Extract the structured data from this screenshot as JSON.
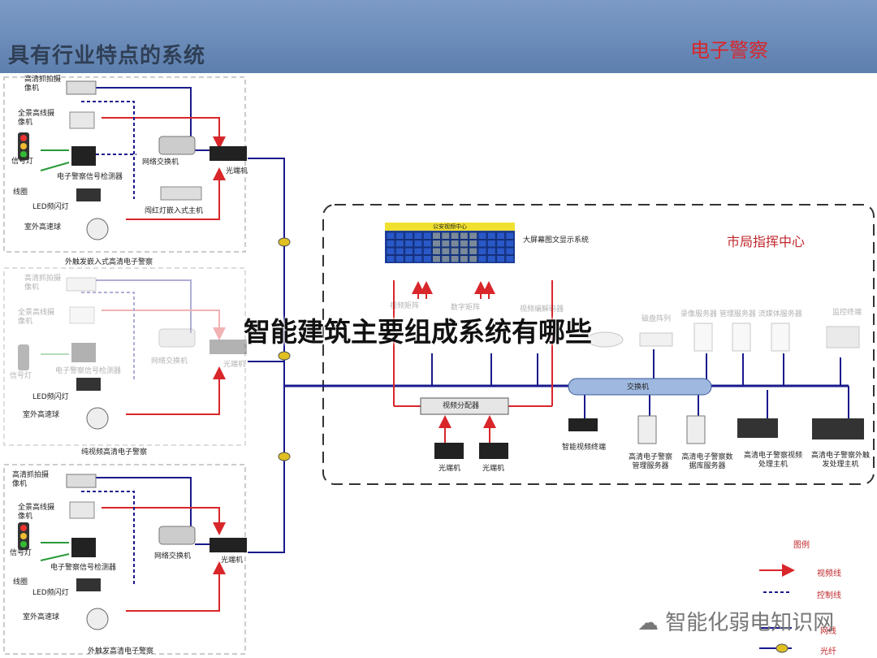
{
  "header": {
    "title": "具有行业特点的系统",
    "tag": "电子警察"
  },
  "overlay_text": "智能建筑主要组成系统有哪些",
  "zone1": {
    "hd_camera": "高清抓拍摄像机",
    "full_camera": "全景高线摄像机",
    "signal_light": "信号灯",
    "coil": "线圈",
    "led": "LED频闪灯",
    "dome": "室外高速球",
    "detector": "电子警察信号检测器",
    "switch": "网络交换机",
    "host": "闯红灯嵌入式主机",
    "optical": "光端机",
    "caption": "外触发嵌入式高清电子警察"
  },
  "zone2": {
    "hd_camera": "高清抓拍摄像机",
    "full_camera": "全景高线摄像机",
    "signal_light": "信号灯",
    "led": "LED频闪灯",
    "dome": "室外高速球",
    "detector": "电子警察信号检测器",
    "switch": "网络交换机",
    "optical": "光端机",
    "caption": "纯视频高清电子警察"
  },
  "zone3": {
    "hd_camera": "高清抓拍摄像机",
    "full_camera": "全景高线摄像机",
    "signal_light": "信号灯",
    "coil": "线圈",
    "led": "LED频闪灯",
    "dome": "室外高速球",
    "detector": "电子警察信号检测器",
    "switch": "网络交换机",
    "optical": "光端机",
    "caption": "外触发高清电子警察"
  },
  "center": {
    "title": "市局指挥中心",
    "screen_label": "大屏幕图文显示系统",
    "screen_header": "公安视频中心",
    "video_matrix": "视频矩阵",
    "digital_matrix": "数字矩阵",
    "codec": "视频编解码器",
    "storage_array": "磁盘阵列",
    "servers": "录像服务器 管理服务器 流媒体服务器",
    "terminal": "监控终端",
    "switch": "交换机",
    "distributor": "视频分配器",
    "optical1": "光端机",
    "optical2": "光端机",
    "devices": [
      "智能视频终端",
      "高清电子警察管理服务器",
      "高清电子警察数据库服务器",
      "高清电子警察视频处理主机",
      "高清电子警察外触发处理主机"
    ]
  },
  "legend": {
    "title": "图例",
    "items": [
      "视频线",
      "控制线",
      "网线",
      "光纤"
    ]
  },
  "watermark": "智能化弱电知识网"
}
